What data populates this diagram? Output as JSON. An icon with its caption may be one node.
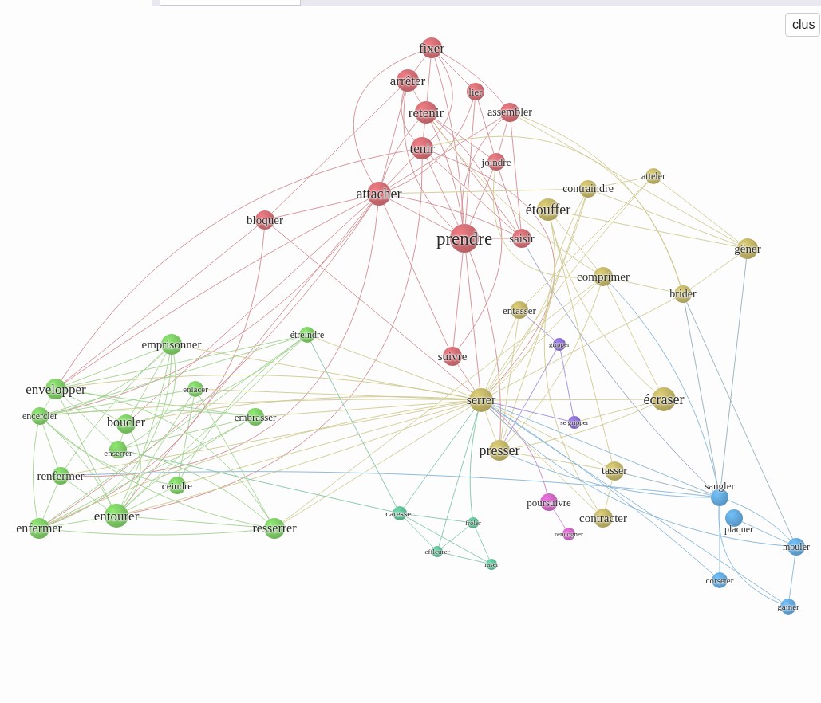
{
  "diagram": {
    "nodes": [
      {
        "text": [
          "fixer"
        ]
      },
      {
        "text": [
          "arrêter"
        ]
      },
      {
        "text": [
          "lier"
        ]
      },
      {
        "text": [
          "retenir"
        ]
      },
      {
        "text": [
          "assembler"
        ]
      },
      {
        "text": [
          "tenir"
        ]
      },
      {
        "text": [
          "joindre"
        ]
      },
      {
        "text": [
          "attacher"
        ]
      },
      {
        "text": [
          "bloquer"
        ]
      },
      {
        "text": [
          "prendre"
        ]
      },
      {
        "text": [
          "saisir"
        ]
      },
      {
        "text": [
          "suivre"
        ]
      },
      {
        "text": [
          "atteler"
        ]
      },
      {
        "text": [
          "contraindre"
        ]
      },
      {
        "text": [
          "étouffer"
        ]
      },
      {
        "text": [
          "gêner"
        ]
      },
      {
        "text": [
          "comprimer"
        ]
      },
      {
        "text": [
          "brider"
        ]
      },
      {
        "text": [
          "entasser"
        ]
      },
      {
        "text": [
          "serrer"
        ]
      },
      {
        "text": [
          "écraser"
        ]
      },
      {
        "text": [
          "presser"
        ]
      },
      {
        "text": [
          "tasser"
        ]
      },
      {
        "text": [
          "contracter"
        ]
      },
      {
        "text": [
          "gripper"
        ]
      },
      {
        "text": [
          "se gripper"
        ]
      },
      {
        "text": [
          "poursuivre"
        ]
      },
      {
        "text": [
          "rencogner"
        ]
      },
      {
        "text": [
          "caresser"
        ]
      },
      {
        "text": [
          "frôler"
        ]
      },
      {
        "text": [
          "effleurer"
        ]
      },
      {
        "text": [
          "raser"
        ]
      },
      {
        "text": [
          "sangler"
        ]
      },
      {
        "text": [
          "plaquer"
        ]
      },
      {
        "text": [
          "mouler"
        ]
      },
      {
        "text": [
          "corseter"
        ]
      },
      {
        "text": [
          "gainer"
        ]
      },
      {
        "text": [
          "emprisonner"
        ]
      },
      {
        "text": [
          "étreindre"
        ]
      },
      {
        "text": [
          "envelopper"
        ]
      },
      {
        "text": [
          "encercler"
        ]
      },
      {
        "text": [
          "enlacer"
        ]
      },
      {
        "text": [
          "embrasser"
        ]
      },
      {
        "text": [
          "boucler"
        ]
      },
      {
        "text": [
          "enserrer"
        ]
      },
      {
        "text": [
          "renfermer"
        ]
      },
      {
        "text": [
          "ceindre"
        ]
      },
      {
        "text": [
          "entourer"
        ]
      },
      {
        "text": [
          "enfermer"
        ]
      },
      {
        "text": [
          "resserrer"
        ]
      }
    ],
    "edges": [
      {
        "from": 0,
        "to": 1,
        "arrow": "none",
        "color": "#d08a8e"
      },
      {
        "from": 0,
        "to": 3,
        "arrow": "none",
        "color": "#d08a8e"
      },
      {
        "from": 0,
        "to": 5,
        "arrow": "none",
        "color": "#d08a8e"
      },
      {
        "from": 0,
        "to": 2,
        "arrow": "none",
        "color": "#d08a8e"
      },
      {
        "from": 0,
        "to": 4,
        "arrow": "none",
        "color": "#d08a8e"
      },
      {
        "from": 0,
        "to": 7,
        "arrow": "none",
        "color": "#d08a8e"
      },
      {
        "from": 0,
        "to": 9,
        "arrow": "none",
        "color": "#d08a8e"
      },
      {
        "from": 1,
        "to": 3,
        "arrow": "none",
        "color": "#d08a8e"
      },
      {
        "from": 1,
        "to": 5,
        "arrow": "none",
        "color": "#d08a8e"
      },
      {
        "from": 1,
        "to": 7,
        "arrow": "none",
        "color": "#d08a8e"
      },
      {
        "from": 1,
        "to": 8,
        "arrow": "none",
        "color": "#d08a8e"
      },
      {
        "from": 1,
        "to": 9,
        "arrow": "none",
        "color": "#d08a8e"
      },
      {
        "from": 3,
        "to": 5,
        "arrow": "none",
        "color": "#d08a8e"
      },
      {
        "from": 3,
        "to": 7,
        "arrow": "none",
        "color": "#d08a8e"
      },
      {
        "from": 3,
        "to": 9,
        "arrow": "none",
        "color": "#d08a8e"
      },
      {
        "from": 3,
        "to": 10,
        "arrow": "none",
        "color": "#d08a8e"
      },
      {
        "from": 3,
        "to": 6,
        "arrow": "none",
        "color": "#d08a8e"
      },
      {
        "from": 3,
        "to": 11,
        "arrow": "none",
        "color": "#d08a8e"
      },
      {
        "from": 5,
        "to": 7,
        "arrow": "none",
        "color": "#d08a8e"
      },
      {
        "from": 5,
        "to": 9,
        "arrow": "none",
        "color": "#d08a8e"
      },
      {
        "from": 5,
        "to": 10,
        "arrow": "none",
        "color": "#d08a8e"
      },
      {
        "from": 5,
        "to": 19,
        "arrow": "none",
        "color": "#d08a8e"
      },
      {
        "from": 5,
        "to": 39,
        "arrow": "none",
        "color": "#d08a8e"
      },
      {
        "from": 5,
        "to": 47,
        "arrow": "none",
        "color": "#d08a8e"
      },
      {
        "from": 2,
        "to": 7,
        "arrow": "none",
        "color": "#d08a8e"
      },
      {
        "from": 2,
        "to": 6,
        "arrow": "none",
        "color": "#d08a8e"
      },
      {
        "from": 2,
        "to": 9,
        "arrow": "none",
        "color": "#d08a8e"
      },
      {
        "from": 4,
        "to": 6,
        "arrow": "none",
        "color": "#d08a8e"
      },
      {
        "from": 4,
        "to": 9,
        "arrow": "none",
        "color": "#d08a8e"
      },
      {
        "from": 4,
        "to": 10,
        "arrow": "none",
        "color": "#d08a8e"
      },
      {
        "from": 4,
        "to": 7,
        "arrow": "none",
        "color": "#d08a8e"
      },
      {
        "from": 7,
        "to": 9,
        "arrow": "none",
        "color": "#d08a8e"
      },
      {
        "from": 7,
        "to": 8,
        "arrow": "none",
        "color": "#d08a8e"
      },
      {
        "from": 7,
        "to": 10,
        "arrow": "none",
        "color": "#d08a8e"
      },
      {
        "from": 7,
        "to": 11,
        "arrow": "none",
        "color": "#d08a8e"
      },
      {
        "from": 7,
        "to": 39,
        "arrow": "none",
        "color": "#d08a8e"
      },
      {
        "from": 7,
        "to": 40,
        "arrow": "none",
        "color": "#d08a8e"
      },
      {
        "from": 7,
        "to": 43,
        "arrow": "none",
        "color": "#d08a8e"
      },
      {
        "from": 7,
        "to": 47,
        "arrow": "none",
        "color": "#d08a8e"
      },
      {
        "from": 7,
        "to": 48,
        "arrow": "none",
        "color": "#d08a8e"
      },
      {
        "from": 7,
        "to": 45,
        "arrow": "none",
        "color": "#d08a8e"
      },
      {
        "from": 9,
        "to": 10,
        "arrow": "none",
        "color": "#d08a8e"
      },
      {
        "from": 9,
        "to": 11,
        "arrow": "none",
        "color": "#d08a8e"
      },
      {
        "from": 9,
        "to": 19,
        "arrow": "none",
        "color": "#d08a8e"
      },
      {
        "from": 9,
        "to": 21,
        "arrow": "none",
        "color": "#d08a8e"
      },
      {
        "from": 8,
        "to": 39,
        "arrow": "none",
        "color": "#d08a8e"
      },
      {
        "from": 8,
        "to": 48,
        "arrow": "none",
        "color": "#d08a8e"
      },
      {
        "from": 8,
        "to": 19,
        "arrow": "none",
        "color": "#d08a8e"
      },
      {
        "from": 11,
        "to": 19,
        "arrow": "none",
        "color": "#d08a8e"
      },
      {
        "from": 6,
        "to": 10,
        "arrow": "none",
        "color": "#d08a8e"
      },
      {
        "from": 6,
        "to": 9,
        "arrow": "none",
        "color": "#d08a8e"
      },
      {
        "from": 10,
        "to": 32,
        "arrow": "none",
        "color": "#8f9dc4"
      },
      {
        "from": 19,
        "to": 37,
        "arrow": "none"
      },
      {
        "from": 19,
        "to": 38,
        "arrow": "none"
      },
      {
        "from": 19,
        "to": 39,
        "arrow": "none"
      },
      {
        "from": 19,
        "to": 40,
        "arrow": "none"
      },
      {
        "from": 19,
        "to": 41,
        "arrow": "none"
      },
      {
        "from": 19,
        "to": 42,
        "arrow": "none"
      },
      {
        "from": 19,
        "to": 43,
        "arrow": "none"
      },
      {
        "from": 19,
        "to": 45,
        "arrow": "none"
      },
      {
        "from": 19,
        "to": 46,
        "arrow": "none"
      },
      {
        "from": 19,
        "to": 47,
        "arrow": "none"
      },
      {
        "from": 19,
        "to": 48,
        "arrow": "none"
      },
      {
        "from": 19,
        "to": 49,
        "arrow": "none"
      },
      {
        "from": 19,
        "to": 13,
        "arrow": "none"
      },
      {
        "from": 19,
        "to": 16,
        "arrow": "none"
      },
      {
        "from": 19,
        "to": 12,
        "arrow": "none"
      },
      {
        "from": 19,
        "to": 18,
        "arrow": "none"
      },
      {
        "from": 19,
        "to": 20,
        "arrow": "none"
      },
      {
        "from": 19,
        "to": 21,
        "arrow": "none"
      },
      {
        "from": 19,
        "to": 22,
        "arrow": "none"
      },
      {
        "from": 19,
        "to": 23,
        "arrow": "none"
      },
      {
        "from": 19,
        "to": 14,
        "arrow": "none"
      },
      {
        "from": 19,
        "to": 17,
        "arrow": "none"
      },
      {
        "from": 4,
        "to": 17,
        "arrow": "none"
      },
      {
        "from": 4,
        "to": 15,
        "arrow": "none"
      },
      {
        "from": 3,
        "to": 16,
        "arrow": "none"
      },
      {
        "from": 5,
        "to": 17,
        "arrow": "none"
      },
      {
        "from": 14,
        "to": 15,
        "arrow": "none"
      },
      {
        "from": 14,
        "to": 16,
        "arrow": "none"
      },
      {
        "from": 14,
        "to": 22,
        "arrow": "none"
      },
      {
        "from": 13,
        "to": 12,
        "arrow": "none"
      },
      {
        "from": 13,
        "to": 15,
        "arrow": "none"
      },
      {
        "from": 13,
        "to": 23,
        "arrow": "none"
      },
      {
        "from": 12,
        "to": 15,
        "arrow": "none"
      },
      {
        "from": 12,
        "to": 18,
        "arrow": "none"
      },
      {
        "from": 16,
        "to": 17,
        "arrow": "none"
      },
      {
        "from": 16,
        "to": 21,
        "arrow": "none"
      },
      {
        "from": 16,
        "to": 49,
        "arrow": "none"
      },
      {
        "from": 16,
        "to": 20,
        "arrow": "none"
      },
      {
        "from": 17,
        "to": 15,
        "arrow": "none"
      },
      {
        "from": 14,
        "to": 20,
        "arrow": "none"
      },
      {
        "from": 18,
        "to": 21,
        "arrow": "none"
      },
      {
        "from": 21,
        "to": 22,
        "arrow": "none"
      },
      {
        "from": 21,
        "to": 20,
        "arrow": "none"
      },
      {
        "from": 22,
        "to": 23,
        "arrow": "none"
      },
      {
        "from": 7,
        "to": 13,
        "arrow": "none"
      },
      {
        "from": 6,
        "to": 16,
        "arrow": "none"
      },
      {
        "from": 13,
        "to": 21,
        "arrow": "none"
      },
      {
        "from": 20,
        "to": 25,
        "arrow": "none"
      },
      {
        "from": 17,
        "to": 32,
        "arrow": "none",
        "color": "#92aeb8"
      },
      {
        "from": 17,
        "to": 34,
        "arrow": "none",
        "color": "#92aeb8"
      },
      {
        "from": 15,
        "to": 32,
        "arrow": "none",
        "color": "#92aeb8"
      },
      {
        "from": 22,
        "to": 32,
        "arrow": "none",
        "color": "#92aeb8"
      },
      {
        "from": 24,
        "to": 25,
        "arrow": "none",
        "color": "#9a86d6"
      },
      {
        "from": 19,
        "to": 25,
        "arrow": "none",
        "color": "#9a86d6"
      },
      {
        "from": 18,
        "to": 24,
        "arrow": "none",
        "color": "#9a86d6"
      },
      {
        "from": 24,
        "to": 21,
        "arrow": "none",
        "color": "#9a86d6"
      },
      {
        "from": 26,
        "to": 27,
        "arrow": "none",
        "color": "#c77fbf"
      },
      {
        "from": 19,
        "to": 26,
        "arrow": "none",
        "color": "#c77fbf"
      },
      {
        "from": 28,
        "to": 29,
        "arrow": "none",
        "color": "#7fc4a6"
      },
      {
        "from": 28,
        "to": 30,
        "arrow": "none",
        "color": "#7fc4a6"
      },
      {
        "from": 28,
        "to": 31,
        "arrow": "none",
        "color": "#7fc4a6"
      },
      {
        "from": 29,
        "to": 30,
        "arrow": "none",
        "color": "#7fc4a6"
      },
      {
        "from": 29,
        "to": 31,
        "arrow": "none",
        "color": "#7fc4a6"
      },
      {
        "from": 30,
        "to": 31,
        "arrow": "none",
        "color": "#7fc4a6"
      },
      {
        "from": 19,
        "to": 28,
        "arrow": "none",
        "color": "#7fc4a6"
      },
      {
        "from": 19,
        "to": 29,
        "arrow": "none",
        "color": "#7fc4a6"
      },
      {
        "from": 19,
        "to": 30,
        "arrow": "none",
        "color": "#7fc4a6"
      },
      {
        "from": 38,
        "to": 28,
        "arrow": "none",
        "color": "#7fc4a6"
      },
      {
        "from": 44,
        "to": 28,
        "arrow": "none",
        "color": "#7fc4a6"
      },
      {
        "from": 32,
        "to": 34,
        "arrow": "none",
        "color": "#82b3d6"
      },
      {
        "from": 32,
        "to": 35,
        "arrow": "none",
        "color": "#82b3d6"
      },
      {
        "from": 32,
        "to": 36,
        "arrow": "none",
        "color": "#82b3d6"
      },
      {
        "from": 34,
        "to": 36,
        "arrow": "none",
        "color": "#82b3d6"
      },
      {
        "from": 33,
        "to": 34,
        "arrow": "none",
        "color": "#82b3d6"
      },
      {
        "from": 19,
        "to": 32,
        "arrow": "none",
        "color": "#82b3d6"
      },
      {
        "from": 19,
        "to": 34,
        "arrow": "none",
        "color": "#82b3d6"
      },
      {
        "from": 19,
        "to": 36,
        "arrow": "none",
        "color": "#82b3d6"
      },
      {
        "from": 21,
        "to": 32,
        "arrow": "none",
        "color": "#82b3d6"
      },
      {
        "from": 16,
        "to": 32,
        "arrow": "none",
        "color": "#82b3d6"
      },
      {
        "from": 45,
        "to": 32,
        "arrow": "none",
        "color": "#82b3d6"
      },
      {
        "from": 19,
        "to": 35,
        "arrow": "none",
        "color": "#82b3d6"
      },
      {
        "from": 37,
        "to": 39,
        "arrow": "none",
        "color": "#9fd08c"
      },
      {
        "from": 37,
        "to": 40,
        "arrow": "none",
        "color": "#9fd08c"
      },
      {
        "from": 37,
        "to": 43,
        "arrow": "none",
        "color": "#9fd08c"
      },
      {
        "from": 37,
        "to": 44,
        "arrow": "none",
        "color": "#9fd08c"
      },
      {
        "from": 37,
        "to": 47,
        "arrow": "none",
        "color": "#9fd08c"
      },
      {
        "from": 37,
        "to": 48,
        "arrow": "none",
        "color": "#9fd08c"
      },
      {
        "from": 37,
        "to": 45,
        "arrow": "none",
        "color": "#9fd08c"
      },
      {
        "from": 38,
        "to": 39,
        "arrow": "none",
        "color": "#9fd08c"
      },
      {
        "from": 38,
        "to": 40,
        "arrow": "none",
        "color": "#9fd08c"
      },
      {
        "from": 38,
        "to": 43,
        "arrow": "none",
        "color": "#9fd08c"
      },
      {
        "from": 38,
        "to": 47,
        "arrow": "none",
        "color": "#9fd08c"
      },
      {
        "from": 38,
        "to": 48,
        "arrow": "none",
        "color": "#9fd08c"
      },
      {
        "from": 38,
        "to": 46,
        "arrow": "none",
        "color": "#9fd08c"
      },
      {
        "from": 39,
        "to": 40,
        "arrow": "none",
        "color": "#9fd08c"
      },
      {
        "from": 39,
        "to": 43,
        "arrow": "none",
        "color": "#9fd08c"
      },
      {
        "from": 39,
        "to": 44,
        "arrow": "none",
        "color": "#9fd08c"
      },
      {
        "from": 39,
        "to": 47,
        "arrow": "none",
        "color": "#9fd08c"
      },
      {
        "from": 39,
        "to": 49,
        "arrow": "none",
        "color": "#9fd08c"
      },
      {
        "from": 40,
        "to": 45,
        "arrow": "none",
        "color": "#9fd08c"
      },
      {
        "from": 40,
        "to": 48,
        "arrow": "none",
        "color": "#9fd08c"
      },
      {
        "from": 40,
        "to": 47,
        "arrow": "none",
        "color": "#9fd08c"
      },
      {
        "from": 40,
        "to": 49,
        "arrow": "none",
        "color": "#9fd08c"
      },
      {
        "from": 40,
        "to": 46,
        "arrow": "none",
        "color": "#9fd08c"
      },
      {
        "from": 40,
        "to": 42,
        "arrow": "none",
        "color": "#9fd08c"
      },
      {
        "from": 41,
        "to": 47,
        "arrow": "none",
        "color": "#9fd08c"
      },
      {
        "from": 41,
        "to": 46,
        "arrow": "none",
        "color": "#9fd08c"
      },
      {
        "from": 41,
        "to": 40,
        "arrow": "none",
        "color": "#9fd08c"
      },
      {
        "from": 41,
        "to": 49,
        "arrow": "none",
        "color": "#9fd08c"
      },
      {
        "from": 42,
        "to": 39,
        "arrow": "none",
        "color": "#9fd08c"
      },
      {
        "from": 42,
        "to": 44,
        "arrow": "none",
        "color": "#9fd08c"
      },
      {
        "from": 42,
        "to": 47,
        "arrow": "none",
        "color": "#9fd08c"
      },
      {
        "from": 42,
        "to": 48,
        "arrow": "none",
        "color": "#9fd08c"
      },
      {
        "from": 43,
        "to": 44,
        "arrow": "none",
        "color": "#9fd08c"
      },
      {
        "from": 43,
        "to": 47,
        "arrow": "none",
        "color": "#9fd08c"
      },
      {
        "from": 44,
        "to": 49,
        "arrow": "none",
        "color": "#9fd08c"
      },
      {
        "from": 45,
        "to": 47,
        "arrow": "none",
        "color": "#9fd08c"
      },
      {
        "from": 45,
        "to": 48,
        "arrow": "none",
        "color": "#9fd08c"
      },
      {
        "from": 47,
        "to": 48,
        "arrow": "none",
        "color": "#9fd08c"
      },
      {
        "from": 47,
        "to": 49,
        "arrow": "none",
        "color": "#9fd08c"
      },
      {
        "from": 48,
        "to": 49,
        "arrow": "none",
        "color": "#9fd08c"
      },
      {
        "from": 46,
        "to": 47,
        "arrow": "none",
        "color": "#9fd08c"
      }
    ],
    "labels": [
      "clus"
    ]
  }
}
